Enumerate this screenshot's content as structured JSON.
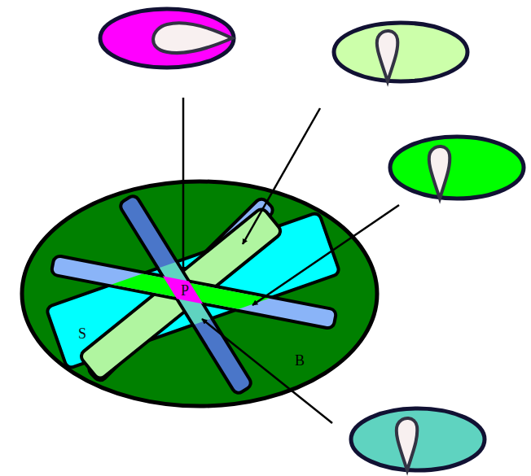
{
  "diagram": {
    "labels": [
      "P",
      "S",
      "B"
    ]
  }
}
